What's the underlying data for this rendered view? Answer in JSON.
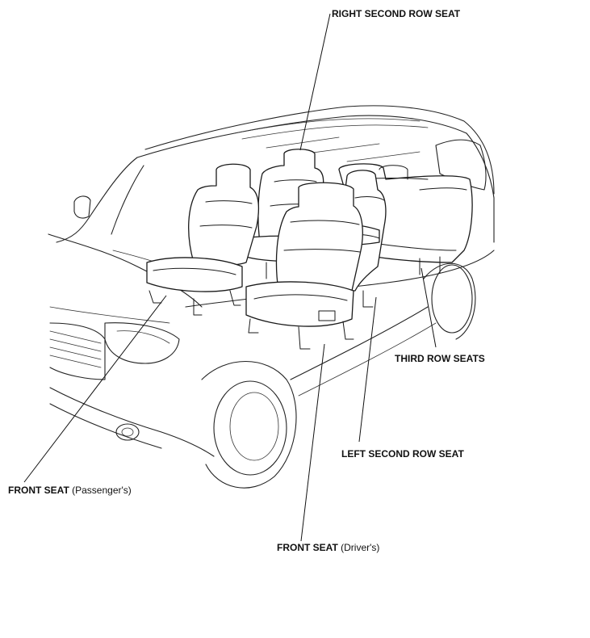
{
  "labels": {
    "right_second_row": "RIGHT SECOND ROW SEAT",
    "third_row": "THIRD ROW SEATS",
    "left_second_row": "LEFT SECOND ROW SEAT",
    "front_passenger": "FRONT SEAT",
    "front_passenger_sub": "(Passenger's)",
    "front_driver": "FRONT SEAT",
    "front_driver_sub": "(Driver's)"
  }
}
